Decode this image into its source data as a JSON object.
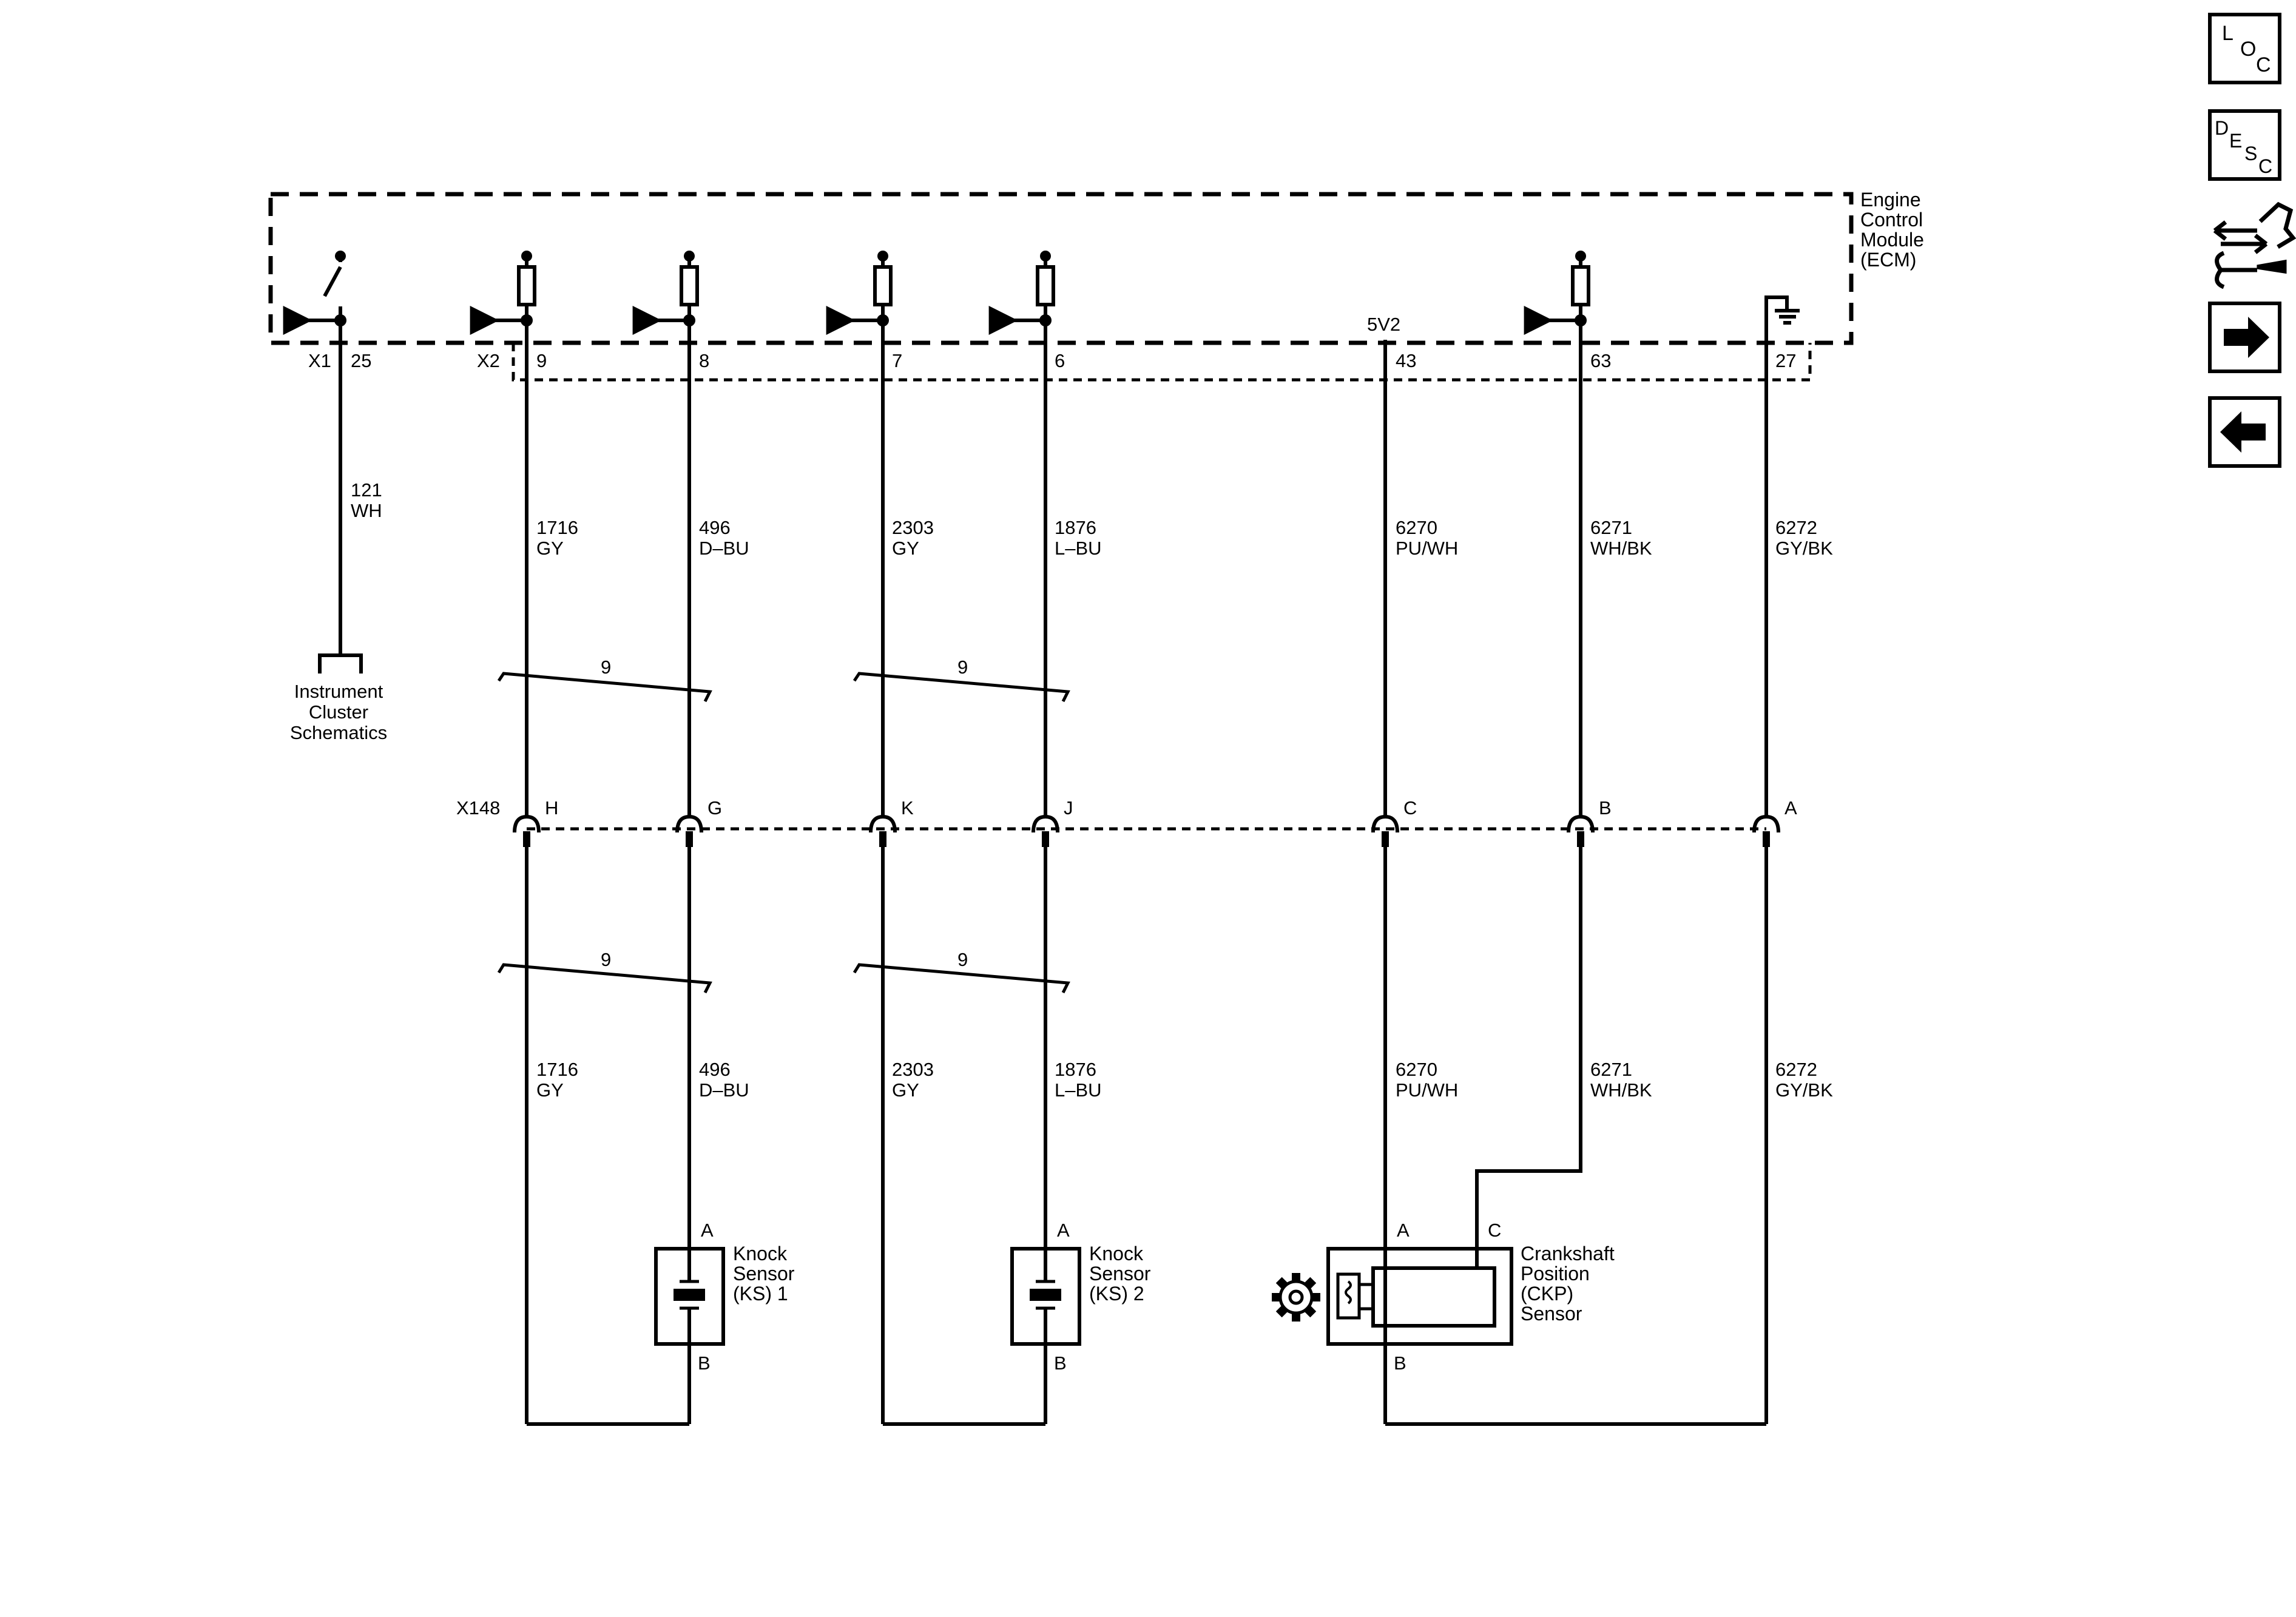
{
  "ecm": {
    "label_lines": [
      "Engine",
      "Control",
      "Module",
      "(ECM)"
    ]
  },
  "connectors": {
    "x1": "X1",
    "x2": "X2",
    "x148": "X148",
    "v5": "5V2"
  },
  "pins": {
    "x1_25": "25",
    "x2_9": "9",
    "x2_8": "8",
    "x2_7": "7",
    "x2_6": "6",
    "x2_43": "43",
    "x2_63": "63",
    "x2_27": "27"
  },
  "wires": {
    "w121": {
      "circuit": "121",
      "color": "WH"
    },
    "ks1_sig": {
      "circuit": "1716",
      "color": "GY"
    },
    "ks1_low": {
      "circuit": "496",
      "color": "D–BU"
    },
    "ks2_sig": {
      "circuit": "2303",
      "color": "GY"
    },
    "ks2_low": {
      "circuit": "1876",
      "color": "L–BU"
    },
    "ckp_5v": {
      "circuit": "6270",
      "color": "PU/WH"
    },
    "ckp_sig": {
      "circuit": "6271",
      "color": "WH/BK"
    },
    "ckp_low": {
      "circuit": "6272",
      "color": "GY/BK"
    }
  },
  "twisted_pair": "9",
  "x148_cavities": [
    "H",
    "G",
    "K",
    "J",
    "C",
    "B",
    "A"
  ],
  "instrument_cluster_lines": [
    "Instrument",
    "Cluster",
    "Schematics"
  ],
  "ks1": {
    "label_lines": [
      "Knock",
      "Sensor",
      "(KS) 1"
    ],
    "pin_a": "A",
    "pin_b": "B"
  },
  "ks2": {
    "label_lines": [
      "Knock",
      "Sensor",
      "(KS) 2"
    ],
    "pin_a": "A",
    "pin_b": "B"
  },
  "ckp": {
    "label_lines": [
      "Crankshaft",
      "Position",
      "(CKP)",
      "Sensor"
    ],
    "pin_a": "A",
    "pin_b": "B",
    "pin_c": "C"
  },
  "nav": {
    "loc": [
      "L",
      "O",
      "C"
    ],
    "desc": [
      "D",
      "E",
      "S",
      "C"
    ]
  }
}
